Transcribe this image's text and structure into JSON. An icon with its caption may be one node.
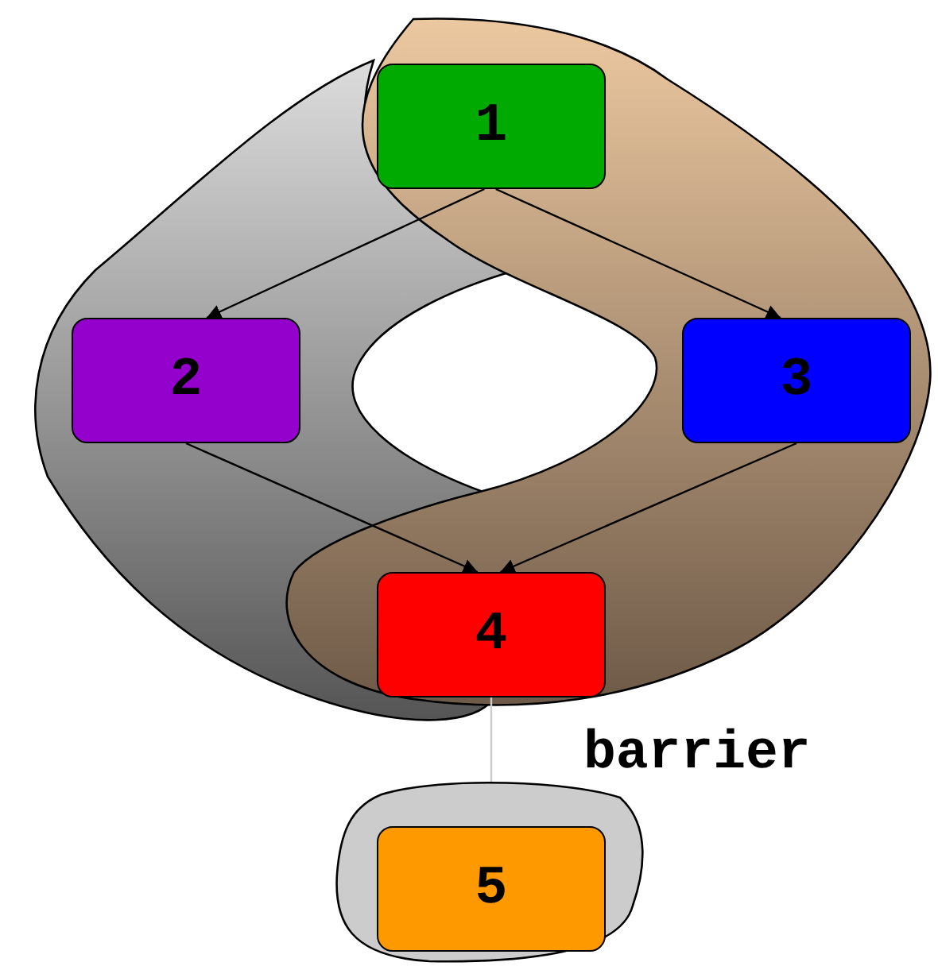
{
  "diagram": {
    "nodes": [
      {
        "text": [
          "1"
        ]
      },
      {
        "text": [
          "2"
        ]
      },
      {
        "text": [
          "3"
        ]
      },
      {
        "text": [
          "4"
        ]
      },
      {
        "text": [
          "barrier"
        ]
      },
      {
        "text": [
          "5"
        ],
        "in": 4
      }
    ],
    "edges": [
      {
        "from": 0,
        "to": 1,
        "arrow": "to"
      },
      {
        "from": 0,
        "to": 2,
        "arrow": "to"
      },
      {
        "from": 1,
        "to": 3,
        "arrow": "to"
      },
      {
        "from": 2,
        "to": 3,
        "arrow": "to"
      },
      {
        "from": 3,
        "to": 5,
        "arrow": "none",
        "color": "#cccccc"
      }
    ]
  }
}
